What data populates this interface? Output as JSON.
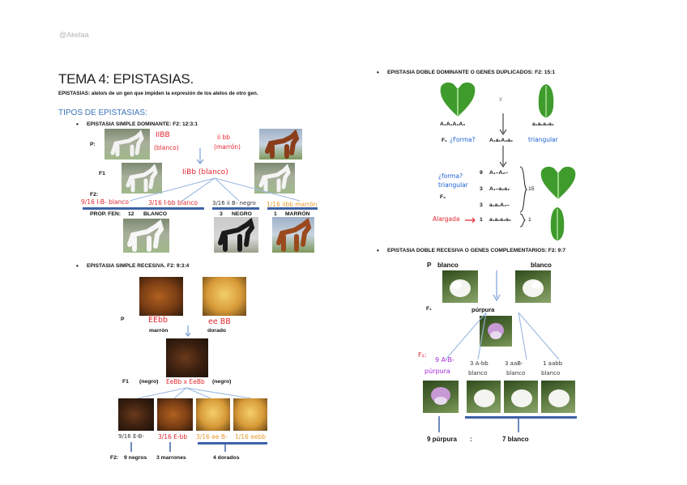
{
  "watermark": "@Akelaa",
  "title": "TEMA 4: EPISTASIAS.",
  "definition": "EPISTASIAS: alelo/s de un gen que impiden la expresión de los alelos de otro gen.",
  "tipos_heading": "TIPOS DE EPISTASIAS:",
  "simple_dominante": {
    "heading": "EPISTASIA SIMPLE DOMINANTE: F2: 12:3:1",
    "p_label": "P:",
    "f1_label": "F1",
    "f2_label": "F2:",
    "p_left_genotype": "IIBB",
    "p_left_phenotype": "(blanco)",
    "p_right_genotype": "ii bb",
    "p_right_phenotype": "(marrón)",
    "f1_genotype": "IiBb (blanco)",
    "f2_a": "9/16 I-B- blanco",
    "f2_b": "3/16 I-bb blanco",
    "f2_c": "3/16 ii B- negro",
    "f2_d": "1/16 iibb marrón",
    "prop_label": "PROP. FEN:",
    "prop_white_n": "12",
    "prop_white": "BLANCO",
    "prop_black_n": "3",
    "prop_black": "NEGRO",
    "prop_brown_n": "1",
    "prop_brown": "MARRÓN"
  },
  "simple_recesiva": {
    "heading": "EPISTASIA SIMPLE RECESIVA. F2: 9:3:4",
    "p_label": "P",
    "left_genotype": "EEbb",
    "left_label": "marrón",
    "right_genotype": "ee BB",
    "right_label": "dorado",
    "f1_label": "F1",
    "f1_left": "(negro)",
    "f1_genotype": "EeBb x EeBb",
    "f1_right": "(negro)",
    "f2_a": "9/16 E-B-",
    "f2_b": "3/16 E-bb",
    "f2_c": "3/16 ee B-",
    "f2_d": "1/16 eebb",
    "f2_label": "F2:",
    "result_a": "9 negros",
    "result_b": "3 marrones",
    "result_c": "4 dorados"
  },
  "doble_dominante": {
    "heading": "EPISTASIA DOBLE DOMINANTE O GENES DUPLICADOS: F2: 15:1",
    "parent_left": "A₁A₁A₂A₂",
    "cross": "x",
    "parent_right": "a₁a₁a₂a₂",
    "f1_label": "F₁",
    "f1_q": "¿Forma?",
    "f1_genotype": "A₁a₁A₂a₂",
    "f1_shape": "triangular",
    "f2_q1": "¿forma?",
    "f2_q2": "triangular",
    "f2_label": "F₂",
    "row1_n": "9",
    "row1_g": "A₁–A₂–",
    "row2_n": "3",
    "row2_g": "A₁–a₂a₂",
    "row3_n": "3",
    "row3_g": "a₁a₁A₂–",
    "brace_total": "15",
    "elong_label": "Alargada",
    "row4_n": "1",
    "row4_g": "a₁a₁a₂a₂",
    "brace_total2": "1"
  },
  "doble_recesiva": {
    "heading": "EPISTASIA DOBLE RECESIVA O GENES COMPLEMENTARIOS: F2: 9:7",
    "p_label": "P",
    "p_left": "blanco",
    "p_right": "blanco",
    "f1_label": "F₁",
    "f1_color": "púrpura",
    "f2_label": "F₂:",
    "f2_a_frac": "9 A-B-",
    "f2_a_color": "púrpura",
    "f2_b": "3 A-bb",
    "f2_b_color": "blanco",
    "f2_c": "3 aaB-",
    "f2_c_color": "blanco",
    "f2_d": "1 aabb",
    "f2_d_color": "blanco",
    "result_a": "9 púrpura",
    "sep": ":",
    "result_b": "7 blanco"
  },
  "colors": {
    "accent_blue": "#3b73b9",
    "hand_red": "#e2262f",
    "hand_blue": "#1f5fd0",
    "hand_purple": "#a62ad8",
    "leaf_green": "#3e9b2c"
  }
}
